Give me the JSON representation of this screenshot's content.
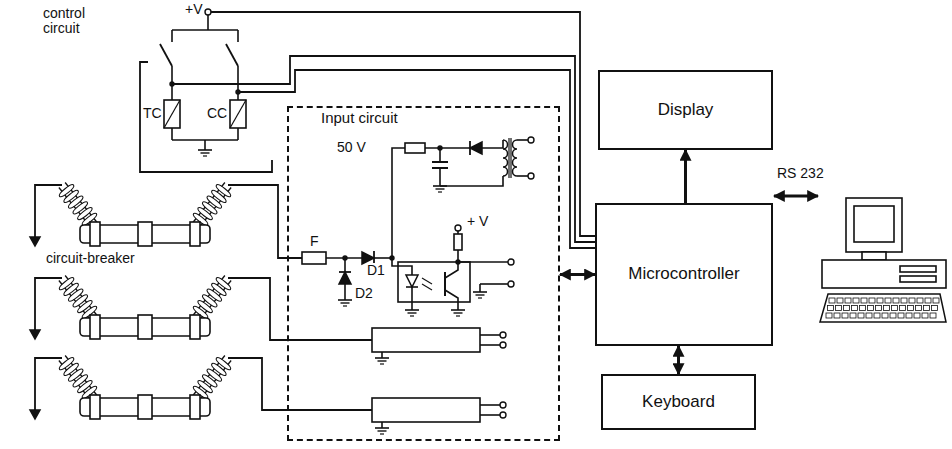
{
  "diagram": {
    "nodes": [
      {
        "text": [
          "Input circuit"
        ]
      },
      {
        "text": [
          "Display"
        ]
      },
      {
        "text": [
          "Microcontroller"
        ]
      },
      {
        "text": [
          "Keyboard"
        ]
      }
    ],
    "edges": [
      {
        "from": 2,
        "to": 1,
        "arrow": "to"
      },
      {
        "from": 2,
        "to": 3,
        "arrow": "both"
      },
      {
        "from": 0,
        "to": 2,
        "arrow": "both"
      }
    ],
    "labels": [
      "control circuit",
      "+V",
      "TC",
      "CC",
      "50 V",
      "F",
      "D1",
      "D2",
      "+ V",
      "circuit-breaker",
      "RS 232"
    ]
  }
}
